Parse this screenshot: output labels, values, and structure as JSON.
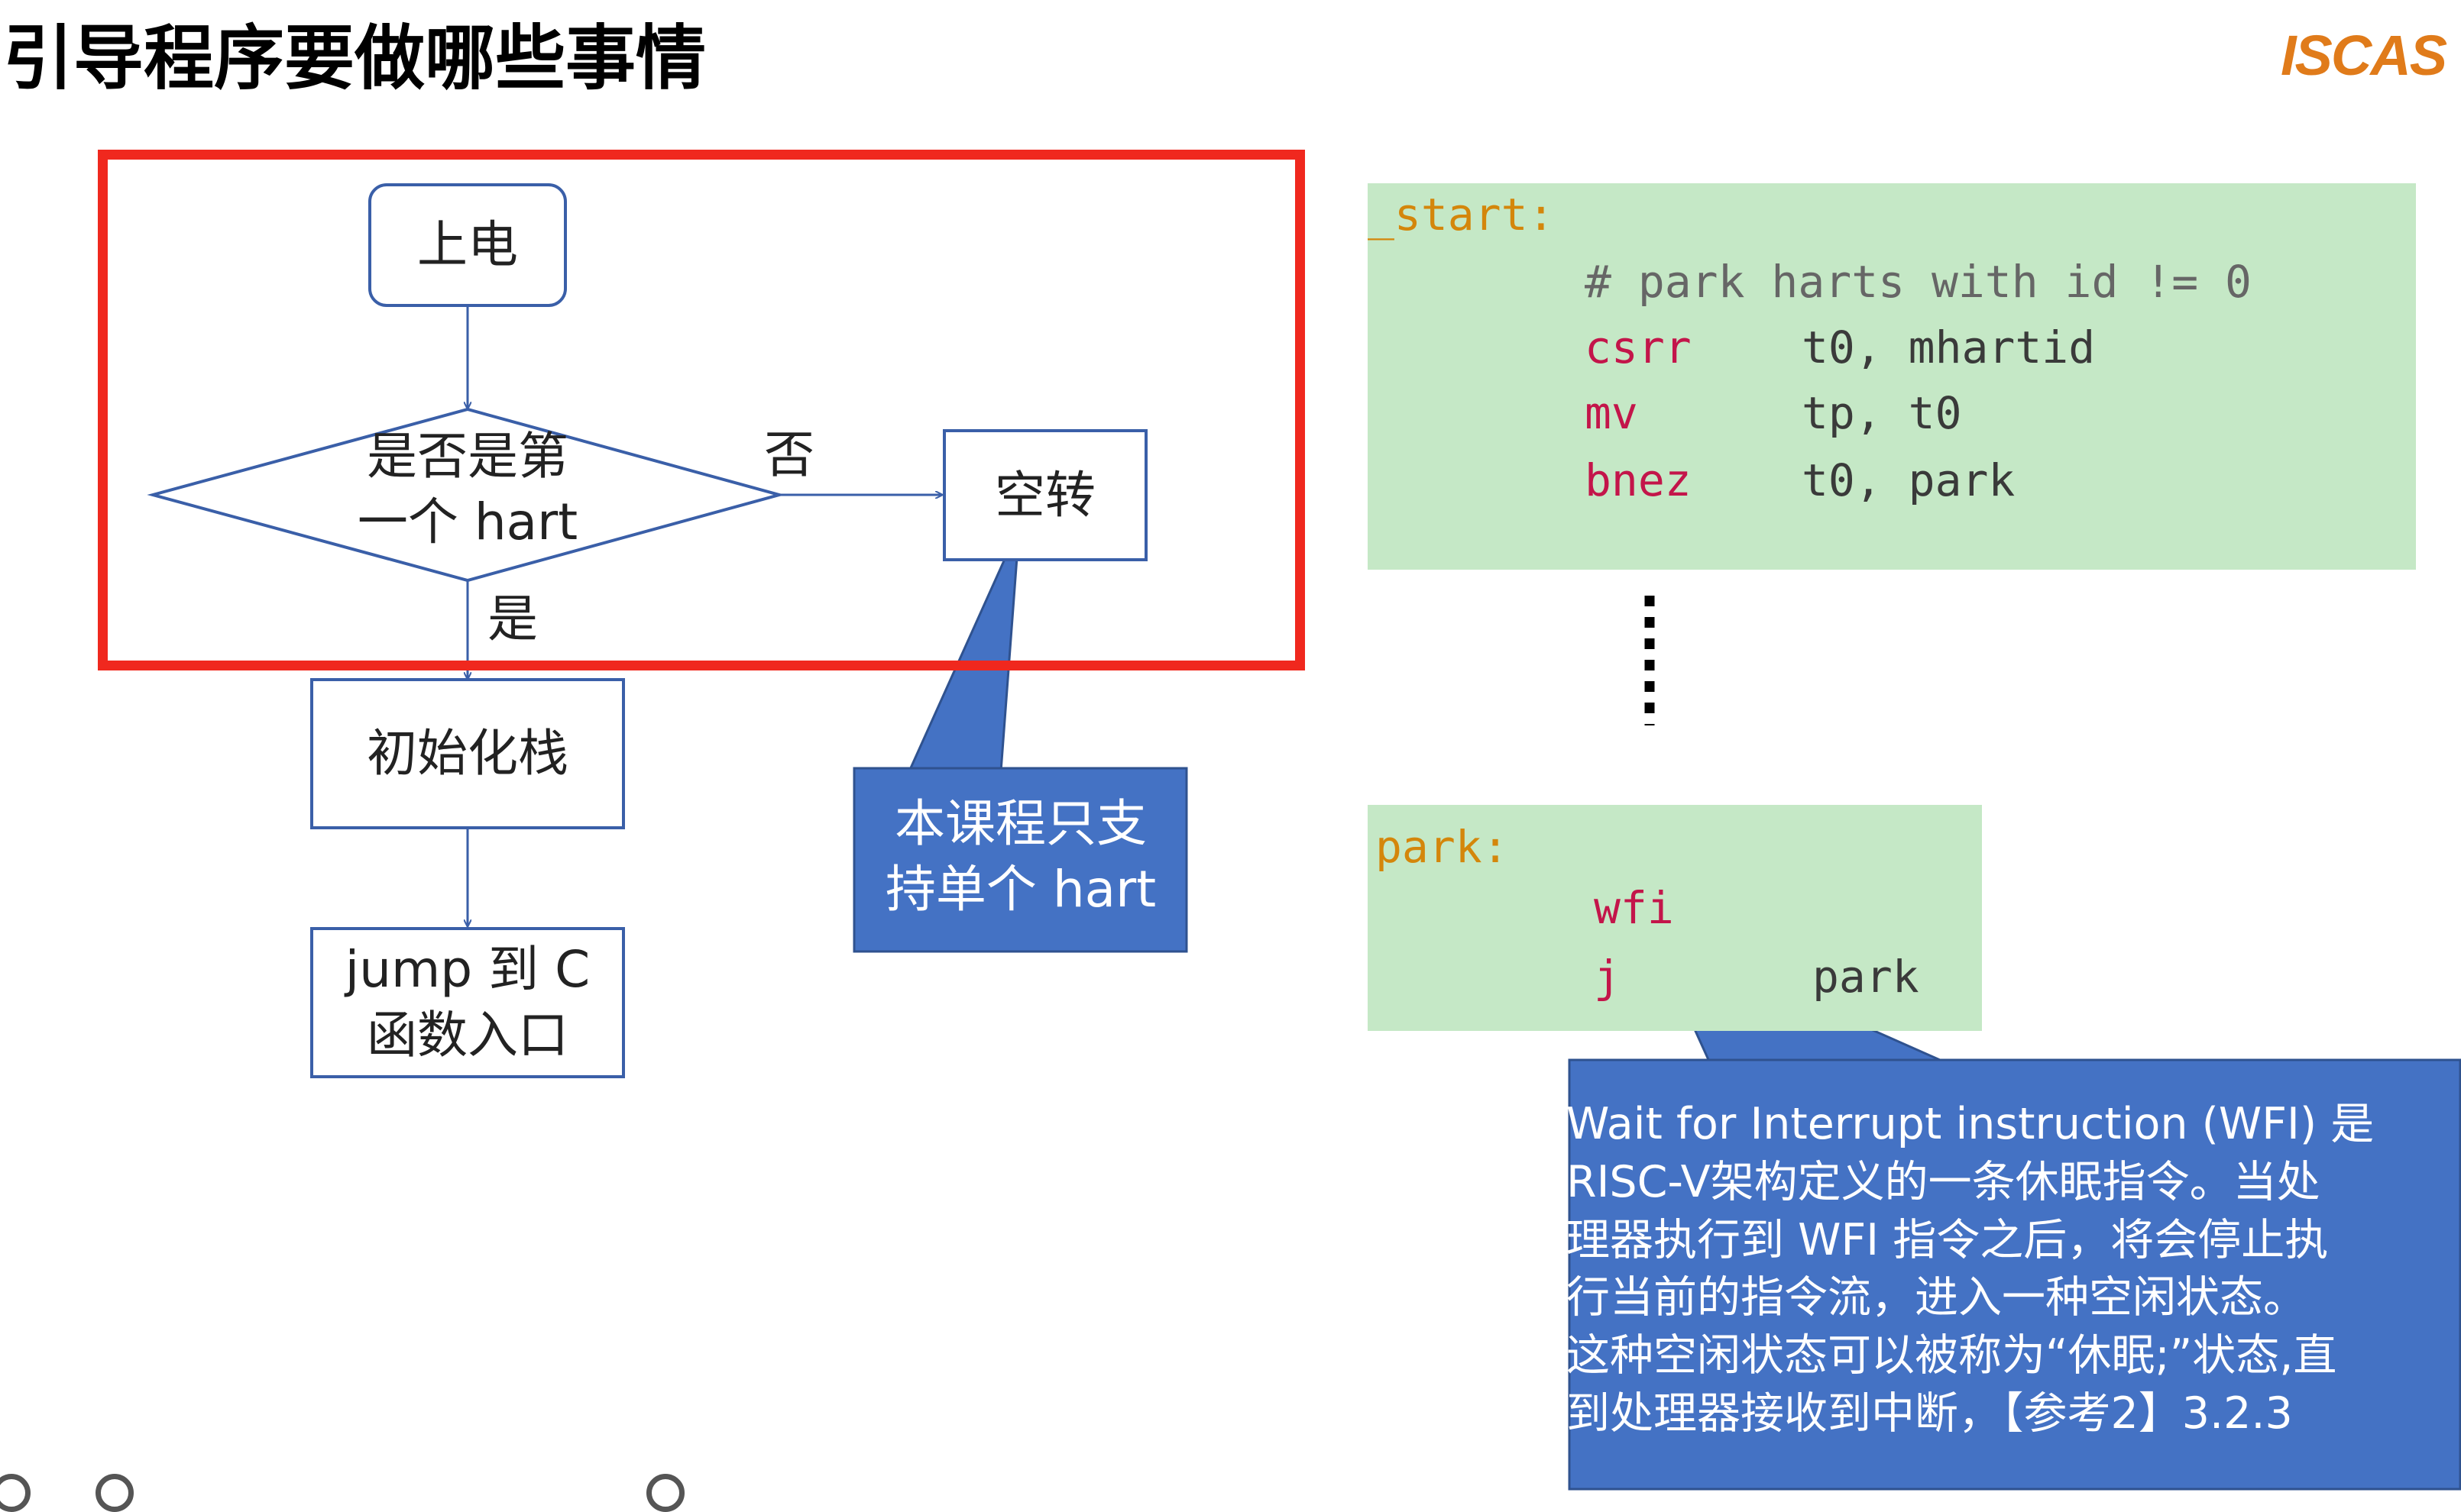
{
  "title": "引导程序要做哪些事情",
  "logo": "ISCAS",
  "flowchart": {
    "power_on": "上电",
    "decision_line1": "是否是第",
    "decision_line2": "一个 hart",
    "no_label": "否",
    "yes_label": "是",
    "spin": "空转",
    "init_stack": "初始化栈",
    "jump_line1": "jump 到 C",
    "jump_line2": "函数入口",
    "callout_line1": "本课程只支",
    "callout_line2": "持单个 hart"
  },
  "code_top": {
    "label": "_start:",
    "comment": "# park harts with id != 0",
    "lines": [
      {
        "op": "csrr",
        "args": "t0, mhartid"
      },
      {
        "op": "mv",
        "args": "tp, t0"
      },
      {
        "op": "bnez",
        "args": "t0, park"
      }
    ]
  },
  "code_bottom": {
    "label": "park:",
    "lines": [
      {
        "op": "wfi",
        "args": ""
      },
      {
        "op": "j",
        "args": "park"
      }
    ]
  },
  "wfi_note": [
    "Wait for Interrupt instruction (WFI) 是",
    "RISC-V架构定义的一条休眠指令。当处",
    "理器执行到 WFI 指令之后，将会停止执",
    "行当前的指令流，进入一种空闲状态。",
    "这种空闲状态可以被称为“休眠;”状态,直",
    "到处理器接收到中断，【参考2】3.2.3"
  ],
  "colors": {
    "frame_red": "#f0281e",
    "node_border": "#3a5fa8",
    "callout_blue": "#4472c4",
    "code_bg": "#c5e8c6",
    "label_orange": "#d4860b",
    "keyword_red": "#c3154a"
  }
}
